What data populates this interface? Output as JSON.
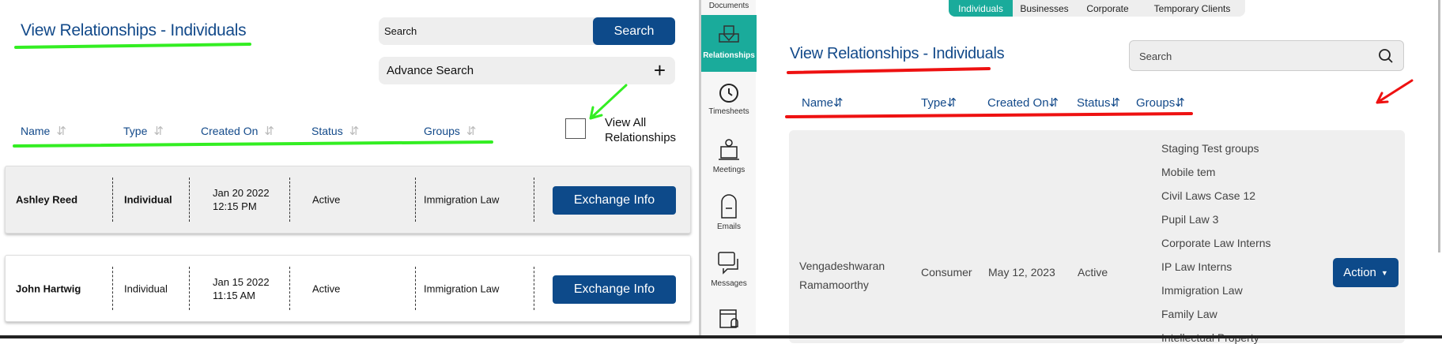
{
  "left": {
    "title": "View Relationships - Individuals",
    "search_placeholder": "Search",
    "search_button": "Search",
    "advance_search": "Advance Search",
    "columns": [
      "Name",
      "Type",
      "Created On",
      "Status",
      "Groups"
    ],
    "view_all_label_1": "View All",
    "view_all_label_2": "Relationships",
    "view_all_checked": false,
    "rows": [
      {
        "name": "Ashley Reed",
        "type": "Individual",
        "date": "Jan 20 2022",
        "time": "12:15 PM",
        "status": "Active",
        "group": "Immigration Law",
        "action": "Exchange Info"
      },
      {
        "name": "John Hartwig",
        "type": "Individual",
        "date": "Jan 15 2022",
        "time": "11:15 AM",
        "status": "Active",
        "group": "Immigration Law",
        "action": "Exchange Info"
      }
    ]
  },
  "right": {
    "sidebar": [
      {
        "label": "Documents",
        "icon": "document-icon"
      },
      {
        "label": "Relationships",
        "icon": "handshake-icon",
        "active": true
      },
      {
        "label": "Timesheets",
        "icon": "timer-icon"
      },
      {
        "label": "Meetings",
        "icon": "meeting-icon"
      },
      {
        "label": "Emails",
        "icon": "mailbox-icon"
      },
      {
        "label": "Messages",
        "icon": "chat-icon"
      }
    ],
    "tabs": [
      "Individuals",
      "Businesses",
      "Corporate",
      "Temporary Clients"
    ],
    "active_tab": "Individuals",
    "title": "View Relationships - Individuals",
    "search_placeholder": "Search",
    "columns": [
      "Name",
      "Type",
      "Created On",
      "Status",
      "Groups"
    ],
    "row": {
      "name_1": "Vengadeshwaran",
      "name_2": "Ramamoorthy",
      "type": "Consumer",
      "date": "May 12, 2023",
      "status": "Active",
      "groups": [
        "Staging Test groups",
        "Mobile tem",
        "Civil Laws Case 12",
        "Pupil Law 3",
        "Corporate Law Interns",
        "IP Law Interns",
        "Immigration Law",
        "Family Law",
        "Intellectual Property"
      ],
      "action": "Action"
    }
  },
  "colors": {
    "primary": "#0d4a8a",
    "teal": "#1aab9b",
    "annotation_green": "#33ee22",
    "annotation_red": "#ee1111"
  }
}
